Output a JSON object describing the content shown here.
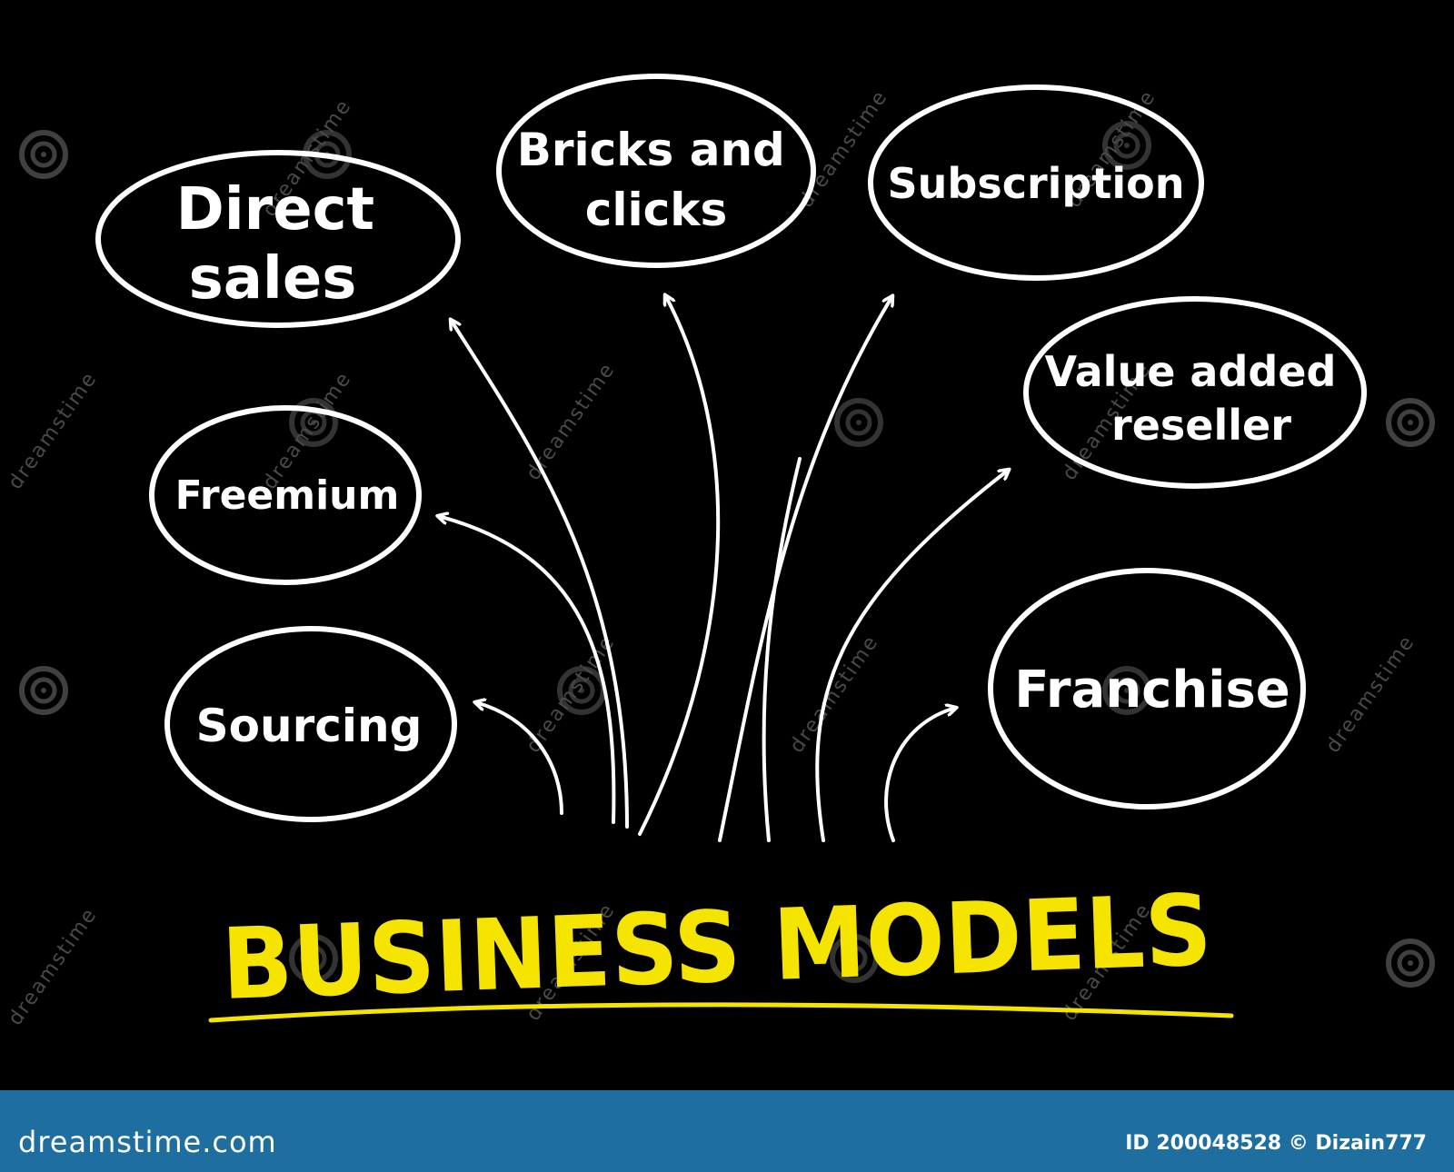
{
  "title": "BUSINESS MODELS",
  "nodes": {
    "direct_sales": [
      "Direct",
      "sales"
    ],
    "bricks_and_clicks": [
      "Bricks and",
      "clicks"
    ],
    "subscription": [
      "Subscription"
    ],
    "value_added_reseller": [
      "Value added",
      "reseller"
    ],
    "freemium": [
      "Freemium"
    ],
    "sourcing": [
      "Sourcing"
    ],
    "franchise": [
      "Franchise"
    ]
  },
  "watermark": "dreamstime",
  "footer": {
    "brand": "dreamstime.com",
    "id_text": "ID 200048528 © Dizain777"
  },
  "colors": {
    "background": "#000000",
    "ink": "#ffffff",
    "title": "#f5e400",
    "footer_bar": "#1f6ea0",
    "watermark": "#6a6a6a"
  }
}
